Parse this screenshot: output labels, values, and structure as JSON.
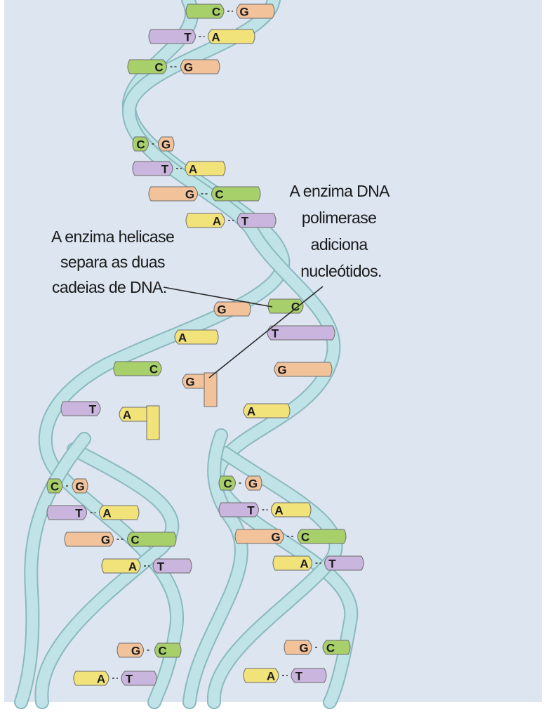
{
  "labels": {
    "helicase": [
      "A enzima helicase",
      "separa as duas",
      "cadeias de DNA."
    ],
    "polymerase": [
      "A enzima DNA",
      "polimerase",
      "adiciona",
      "nucleótidos."
    ]
  },
  "bases": {
    "A": {
      "letter": "A",
      "color": "#f2e27a"
    },
    "T": {
      "letter": "T",
      "color": "#c9b5dd"
    },
    "G": {
      "letter": "G",
      "color": "#f2c29b"
    },
    "C": {
      "letter": "C",
      "color": "#a8d06a"
    }
  },
  "colors": {
    "background": "#dde5f1",
    "backbone": "#bfe3e6",
    "backbone_edge": "#8ab9bf"
  }
}
